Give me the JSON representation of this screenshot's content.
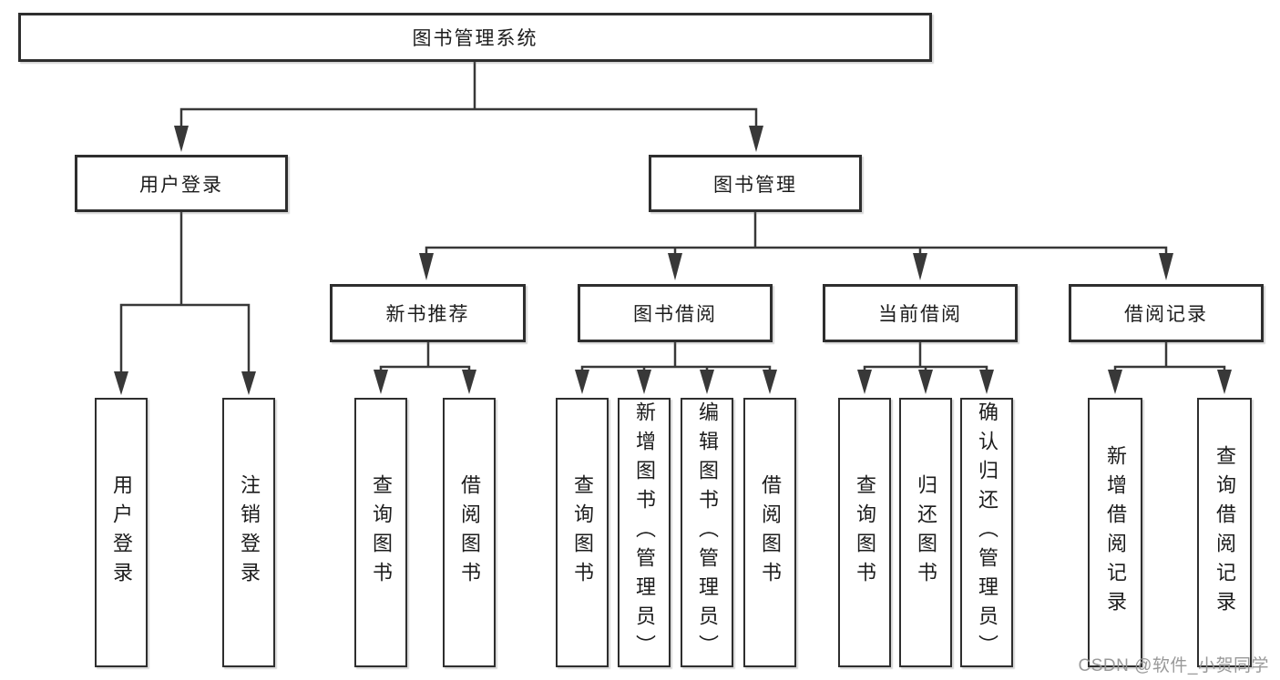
{
  "diagram": {
    "root": {
      "label": "图书管理系统"
    },
    "level2": [
      {
        "id": "user-login",
        "label": "用户登录"
      },
      {
        "id": "book-management",
        "label": "图书管理"
      }
    ],
    "level3": [
      {
        "id": "new-book-recommend",
        "parent": "图书管理",
        "label": "新书推荐"
      },
      {
        "id": "book-borrow",
        "parent": "图书管理",
        "label": "图书借阅"
      },
      {
        "id": "current-borrow",
        "parent": "图书管理",
        "label": "当前借阅"
      },
      {
        "id": "borrow-records",
        "parent": "图书管理",
        "label": "借阅记录"
      }
    ],
    "leaves": [
      {
        "parent": "用户登录",
        "label": "用户登录"
      },
      {
        "parent": "用户登录",
        "label": "注销登录"
      },
      {
        "parent": "新书推荐",
        "label": "查询图书"
      },
      {
        "parent": "新书推荐",
        "label": "借阅图书"
      },
      {
        "parent": "图书借阅",
        "label": "查询图书"
      },
      {
        "parent": "图书借阅",
        "label": "新增图书（管理员）"
      },
      {
        "parent": "图书借阅",
        "label": "编辑图书（管理员）"
      },
      {
        "parent": "图书借阅",
        "label": "借阅图书"
      },
      {
        "parent": "当前借阅",
        "label": "查询图书"
      },
      {
        "parent": "当前借阅",
        "label": "归还图书"
      },
      {
        "parent": "当前借阅",
        "label": "确认归还（管理员）"
      },
      {
        "parent": "借阅记录",
        "label": "新增借阅记录"
      },
      {
        "parent": "借阅记录",
        "label": "查询借阅记录"
      }
    ],
    "watermark": "CSDN @软件_小贺同学",
    "colors": {
      "background": "#ffffff",
      "line": "#383838",
      "border": "#2e2e2e",
      "text": "#1c1c1c",
      "watermark": "#949494"
    }
  }
}
